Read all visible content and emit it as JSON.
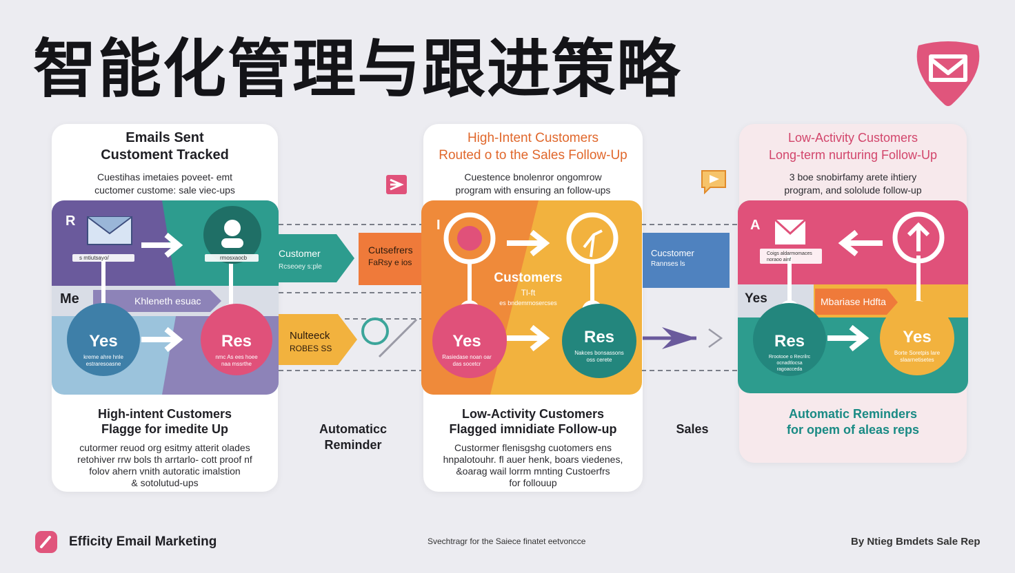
{
  "title": "智能化管理与跟进策略",
  "cards": [
    {
      "head_title_1": "Emails Sent",
      "head_title_2": "Customent Tracked",
      "head_sub_1": "Cuestihas imetaies poveet- emt",
      "head_sub_2": "cuctomer custome: sale viec-ups",
      "foot_title_1": "High-intent Customers",
      "foot_title_2": "Flagge for imedite Up",
      "foot_sub": [
        "cutormer reuod org esitmy atterit   olades",
        "retohiver rrw bols th arrtarlo- cott proof nf",
        "folov ahern vnith autoratic imalstion",
        "& sotolutud-ups"
      ]
    },
    {
      "head_title_1": "High-Intent Customers",
      "head_title_2": "Routed o to the Sales Follow-Up",
      "head_sub_1": "Cuestence bnolenror ongomrow",
      "head_sub_2": "program with ensuring an follow-ups",
      "foot_title_1": "Low-Activity Customers",
      "foot_title_2": "Flagged imnidiate Follow-up",
      "foot_sub": [
        "Custormer flenisgshg cuotomers ens",
        "hnpalotouhr. fl auer henk, boars viedenes,",
        "&oarag wail lorrm mnting Custoerfrs",
        "for follouup"
      ]
    },
    {
      "head_title_1": "Low-Activity Customers",
      "head_title_2": "Long-term nurturing Follow-Up",
      "head_sub_1": "3 boe snobirfamy arete ihtiery",
      "head_sub_2": "program, and sololude follow-up",
      "foot_title_1": "Automatic Reminders",
      "foot_title_2": "for opem of aleas reps",
      "foot_sub": []
    }
  ],
  "panel1": {
    "corner_r": "R",
    "corner_me": "Me",
    "env_caption": "s     mtiutsayo/",
    "person_caption": "rmosxaocb",
    "band_text": "Khleneth esuac",
    "left_circle": "Yes",
    "left_circle_sub": [
      "kreme ahre hnle",
      "estraresoasne"
    ],
    "right_circle": "Res",
    "right_circle_sub": [
      "nmc As ees hoee",
      "naa mssrthe"
    ]
  },
  "panel2": {
    "corner": "I",
    "center": "Customers",
    "center_sub1": "Tl-ft",
    "center_sub2": "es bndemrnosercses",
    "left_circle": "Yes",
    "left_circle_sub": [
      "Rasiedase noan oar",
      "das socetcr"
    ],
    "right_circle": "Res",
    "right_circle_sub": [
      "Nakces bonsassons",
      "oss cerete"
    ]
  },
  "panel3": {
    "corner": "A",
    "env_caption_1": "Coigs aldarmomaces",
    "env_caption_2": "noraoo ainf",
    "corner_yes": "Yes",
    "band_text": "Mbariase Hdfta",
    "left_circle": "Res",
    "left_circle_sub": [
      "Rrootooe o Recrilrc",
      "ocnadtlocsa",
      "ragoacceda"
    ],
    "right_circle": "Yes",
    "right_circle_sub": [
      "Borte Soretpis lare",
      "slaarnetisetes"
    ]
  },
  "connectors": {
    "teal_1": "Customer",
    "teal_2": "Rcseoey s:ple",
    "orange_1": "Cutsefrers",
    "orange_2": "FaRsy e ios",
    "yellow_1": "Nulteeck",
    "yellow_2": "ROBES SS",
    "blue_1": "Cucstomer",
    "blue_2": "Rannses ls"
  },
  "mid_labels": {
    "automatic_1": "Automaticc",
    "automatic_2": "Reminder",
    "sales": "Sales"
  },
  "footer": {
    "brand": "Efficity Email Marketing",
    "tagline": "Svechtragr for the Saiece finatet eetvoncce",
    "byline": "By Ntieg Bmdets Sale Rep"
  },
  "colors": {
    "purple": "#6a5a9c",
    "teal": "#2d9c8e",
    "lightblue": "#9bc3dc",
    "pink": "#e0517a",
    "orange": "#ef7a3a",
    "yellow": "#f2b23e",
    "blue": "#4f82bf",
    "brand_pink": "#e0557c"
  }
}
